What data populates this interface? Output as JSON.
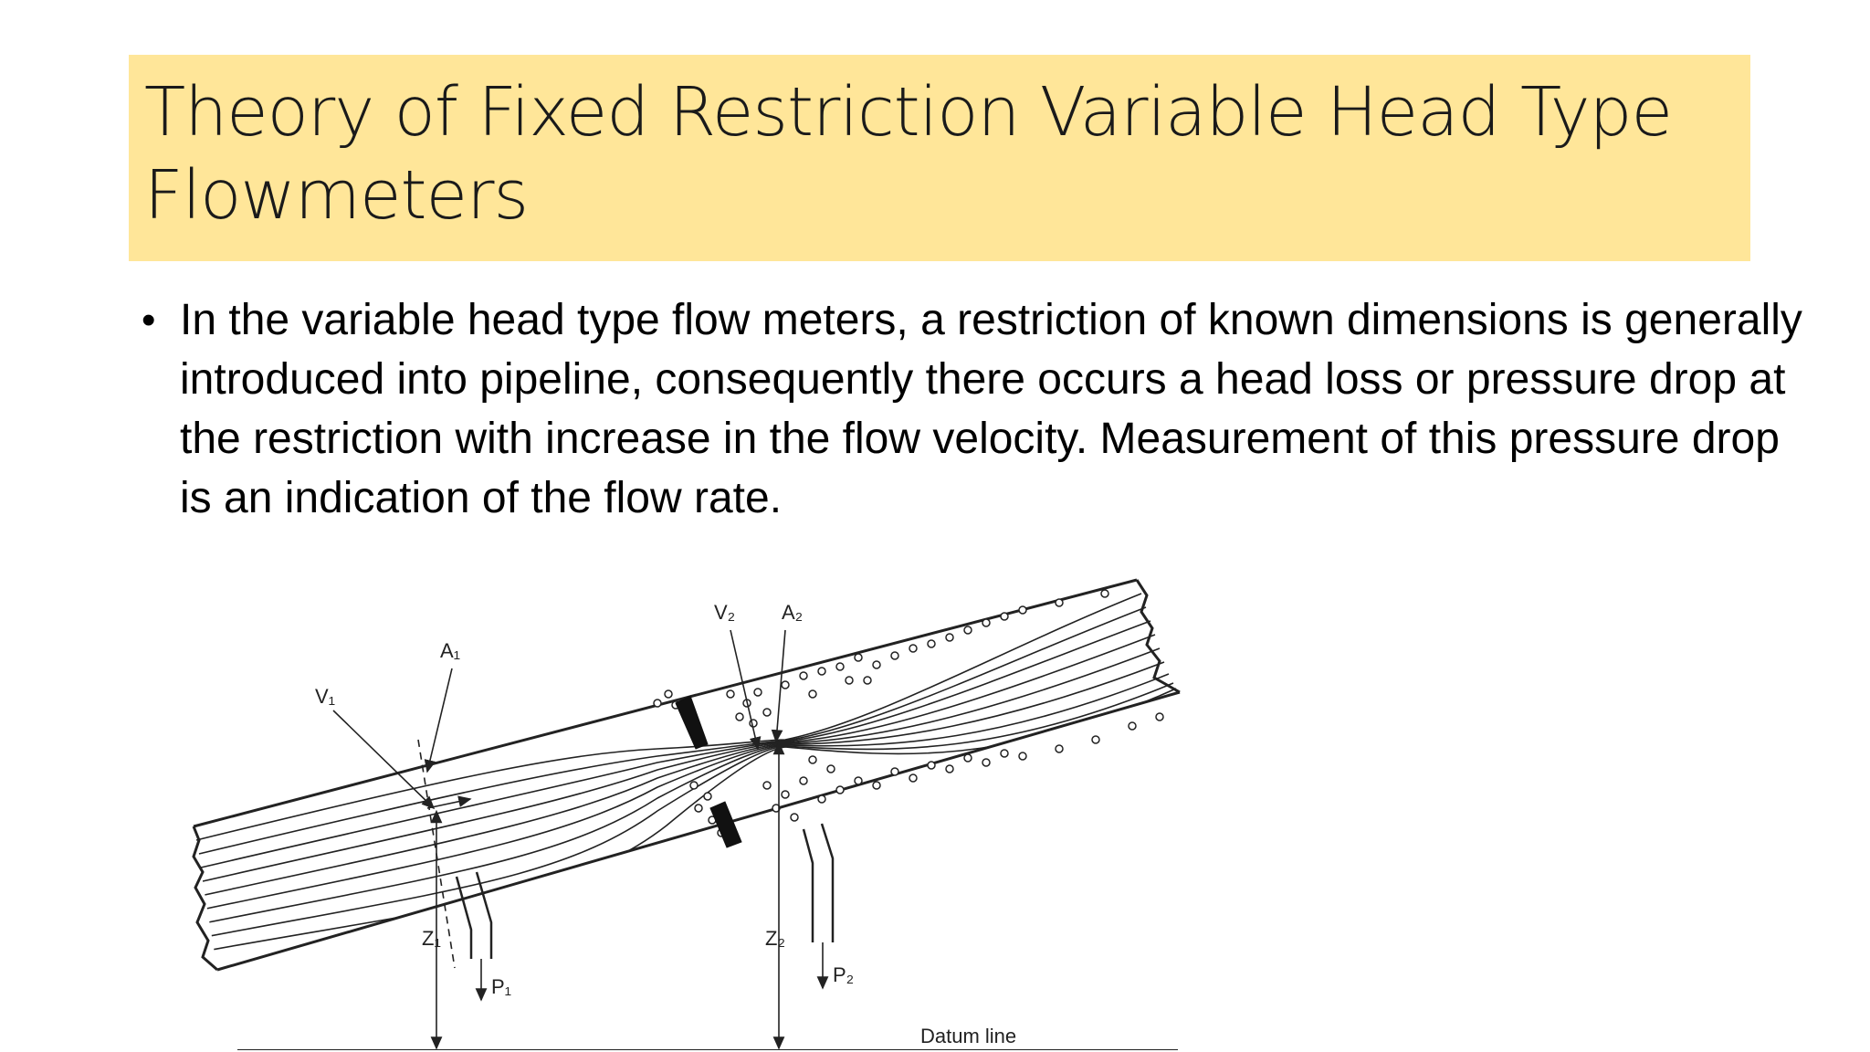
{
  "slide": {
    "title": "Theory of Fixed Restriction Variable Head Type Flowmeters",
    "bullet": "In the variable head type flow meters, a restriction of known dimensions is generally introduced into pipeline, consequently there occurs a head loss or pressure drop at the restriction with increase in the flow velocity. Measurement of this pressure drop is an indication of the flow rate."
  },
  "figure": {
    "labels": {
      "v1": "V₁",
      "a1": "A₁",
      "v2": "V₂",
      "a2": "A₂",
      "z1": "Z₁",
      "z2": "Z₂",
      "p1": "P₁",
      "p2": "P₂",
      "datum": "Datum line"
    }
  },
  "colors": {
    "title_bg": "#ffe699",
    "ink": "#222222"
  }
}
